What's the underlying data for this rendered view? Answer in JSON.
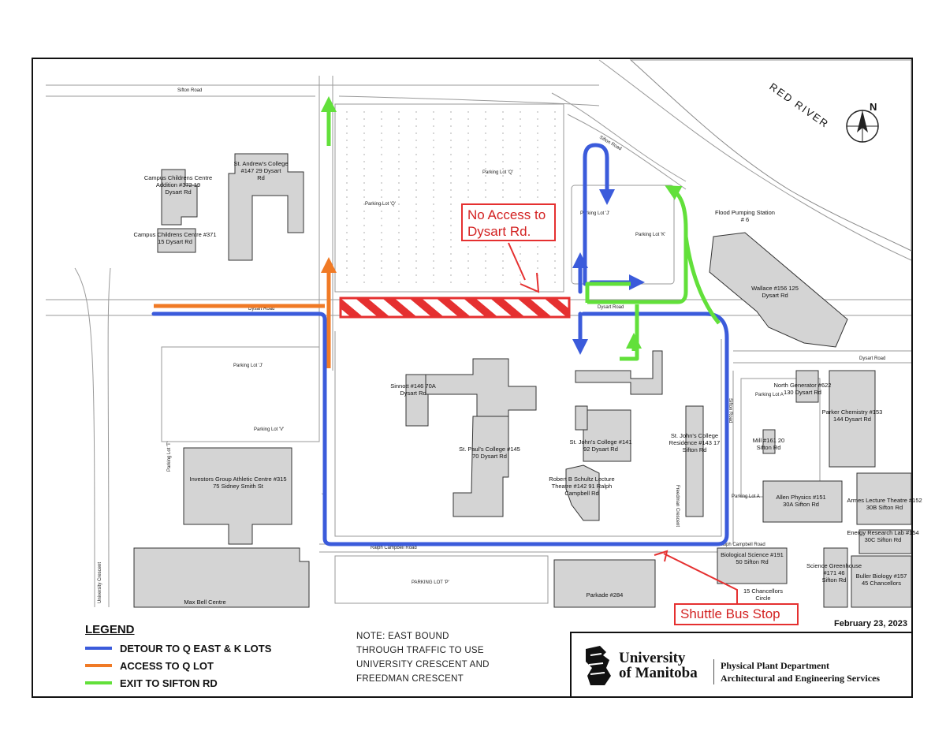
{
  "map": {
    "callouts": {
      "no_access": "No Access to Dysart Rd.",
      "shuttle": "Shuttle Bus Stop"
    },
    "compass": "N",
    "river": "RED RIVER",
    "roads": {
      "sifton_top": "Sifton Road",
      "sifton_diag": "Sifton Road",
      "dysart_w": "Dysart Road",
      "dysart_mid": "Dysart Road",
      "dysart_e": "Dysart Road",
      "ralph": "Ralph Campbell Road",
      "ralph_e": "Ralph Campbell Road",
      "sifton_side": "Sifton Road",
      "university": "University Crescent",
      "sidney": "Sidney Smith Street",
      "freedman": "Freedman Crescent"
    },
    "lots": {
      "q1": "Parking Lot 'Q'",
      "q2": "Parking Lot 'Q'",
      "j": "Parking Lot 'J'",
      "k": "Parking Lot 'K'",
      "l": "Parking Lot 'J'",
      "v": "Parking Lot 'V'",
      "t": "Parking Lot 'T'",
      "a1": "Parking Lot A",
      "a2": "Parking Lot A",
      "p": "PARKING LOT 'P'"
    },
    "buildings": {
      "childrens_addition": "Campus Childrens Centre Addition #372 19 Dysart Rd",
      "childrens": "Campus Childrens Centre #371 15 Dysart Rd",
      "st_andrews": "St. Andrew's College #147 29 Dysart Rd",
      "flood": "Flood Pumping Station # 6",
      "wallace": "Wallace #156 125 Dysart Rd",
      "sinnott": "Sinnott #146 70A Dysart Rd",
      "st_pauls": "St. Paul's College #145 70 Dysart Rd",
      "st_johns": "St. John's College #141 92 Dysart Rd",
      "schultz": "Robert B Schultz Lecture Theatre #142 91 Ralph Campbell Rd",
      "st_johns_res": "St. John's College Residence #143 17 Sifton Rd",
      "north_gen": "North Generator #622 130 Dysart Rd",
      "mill": "Mill #161 20 Sifton Rd",
      "parker": "Parker Chemistry #153 144 Dysart Rd",
      "allen": "Allen Physics #151 30A Sifton Rd",
      "armes": "Armes Lecture Theatre #152 30B Sifton Rd",
      "energy": "Energy Research Lab #154 30C Sifton Rd",
      "investors": "Investors Group Athletic Centre #315 75 Sidney Smith St",
      "biosci": "Biological Science #191 50 Sifton Rd",
      "greenhouse": "Science Greenhouse #171 46 Sifton Rd",
      "buller": "Buller Biology #157 45 Chancellors",
      "chancellors": "15 Chancellors Circle",
      "max_bell": "Max Bell Centre",
      "parkade": "Parkade #284"
    },
    "colors": {
      "blue": "#3b5bdb",
      "orange": "#f07a25",
      "green": "#62e03a",
      "red": "#e53030",
      "building": "#d4d4d4"
    }
  },
  "legend": {
    "title": "LEGEND",
    "items": [
      {
        "label": "DETOUR TO Q EAST & K LOTS",
        "color": "#3b5bdb"
      },
      {
        "label": "ACCESS TO Q LOT",
        "color": "#f07a25"
      },
      {
        "label": "EXIT TO SIFTON RD",
        "color": "#62e03a"
      }
    ]
  },
  "note": [
    "NOTE: EAST BOUND",
    "THROUGH TRAFFIC TO USE",
    "UNIVERSITY CRESCENT AND",
    "FREEDMAN CRESCENT"
  ],
  "date": "February 23, 2023",
  "title_block": {
    "university_line1": "University",
    "university_line2": "of Manitoba",
    "dept_line1": "Physical Plant Department",
    "dept_line2": "Architectural and Engineering Services"
  }
}
